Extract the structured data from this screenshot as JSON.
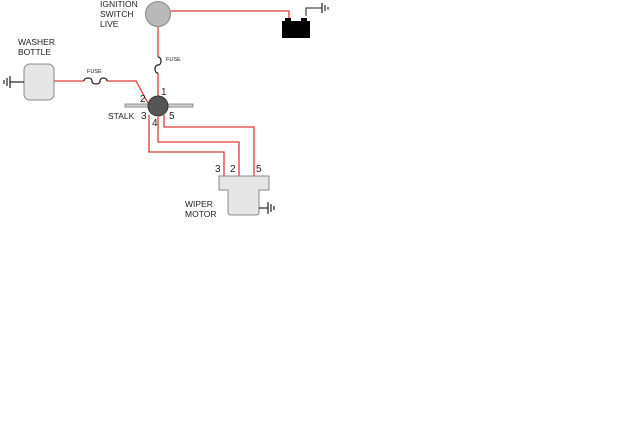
{
  "labels": {
    "ignition_1": "IGNITION",
    "ignition_2": "SWITCH",
    "ignition_3": "LIVE",
    "washer_1": "WASHER",
    "washer_2": "BOTTLE",
    "stalk": "STALK",
    "wiper_1": "WIPER",
    "wiper_2": "MOTOR",
    "fuse_top": "FUSE",
    "fuse_left": "FUSE"
  },
  "pins": {
    "stalk": {
      "p1": "1",
      "p2": "2",
      "p3": "3",
      "p4": "4",
      "p5": "5"
    },
    "motor": {
      "p3": "3",
      "p2": "2",
      "p5": "5"
    }
  },
  "colors": {
    "wire": "#e03a3a",
    "ground": "#222222",
    "component_fill": "#e6e6e6",
    "component_stroke": "#888888",
    "ignition_fill": "#b9b9b9",
    "stalk_fill": "#555555",
    "battery_fill": "#000000"
  },
  "icons": {
    "ground": "ground-icon",
    "battery": "battery-icon",
    "fuse": "fuse-icon"
  }
}
